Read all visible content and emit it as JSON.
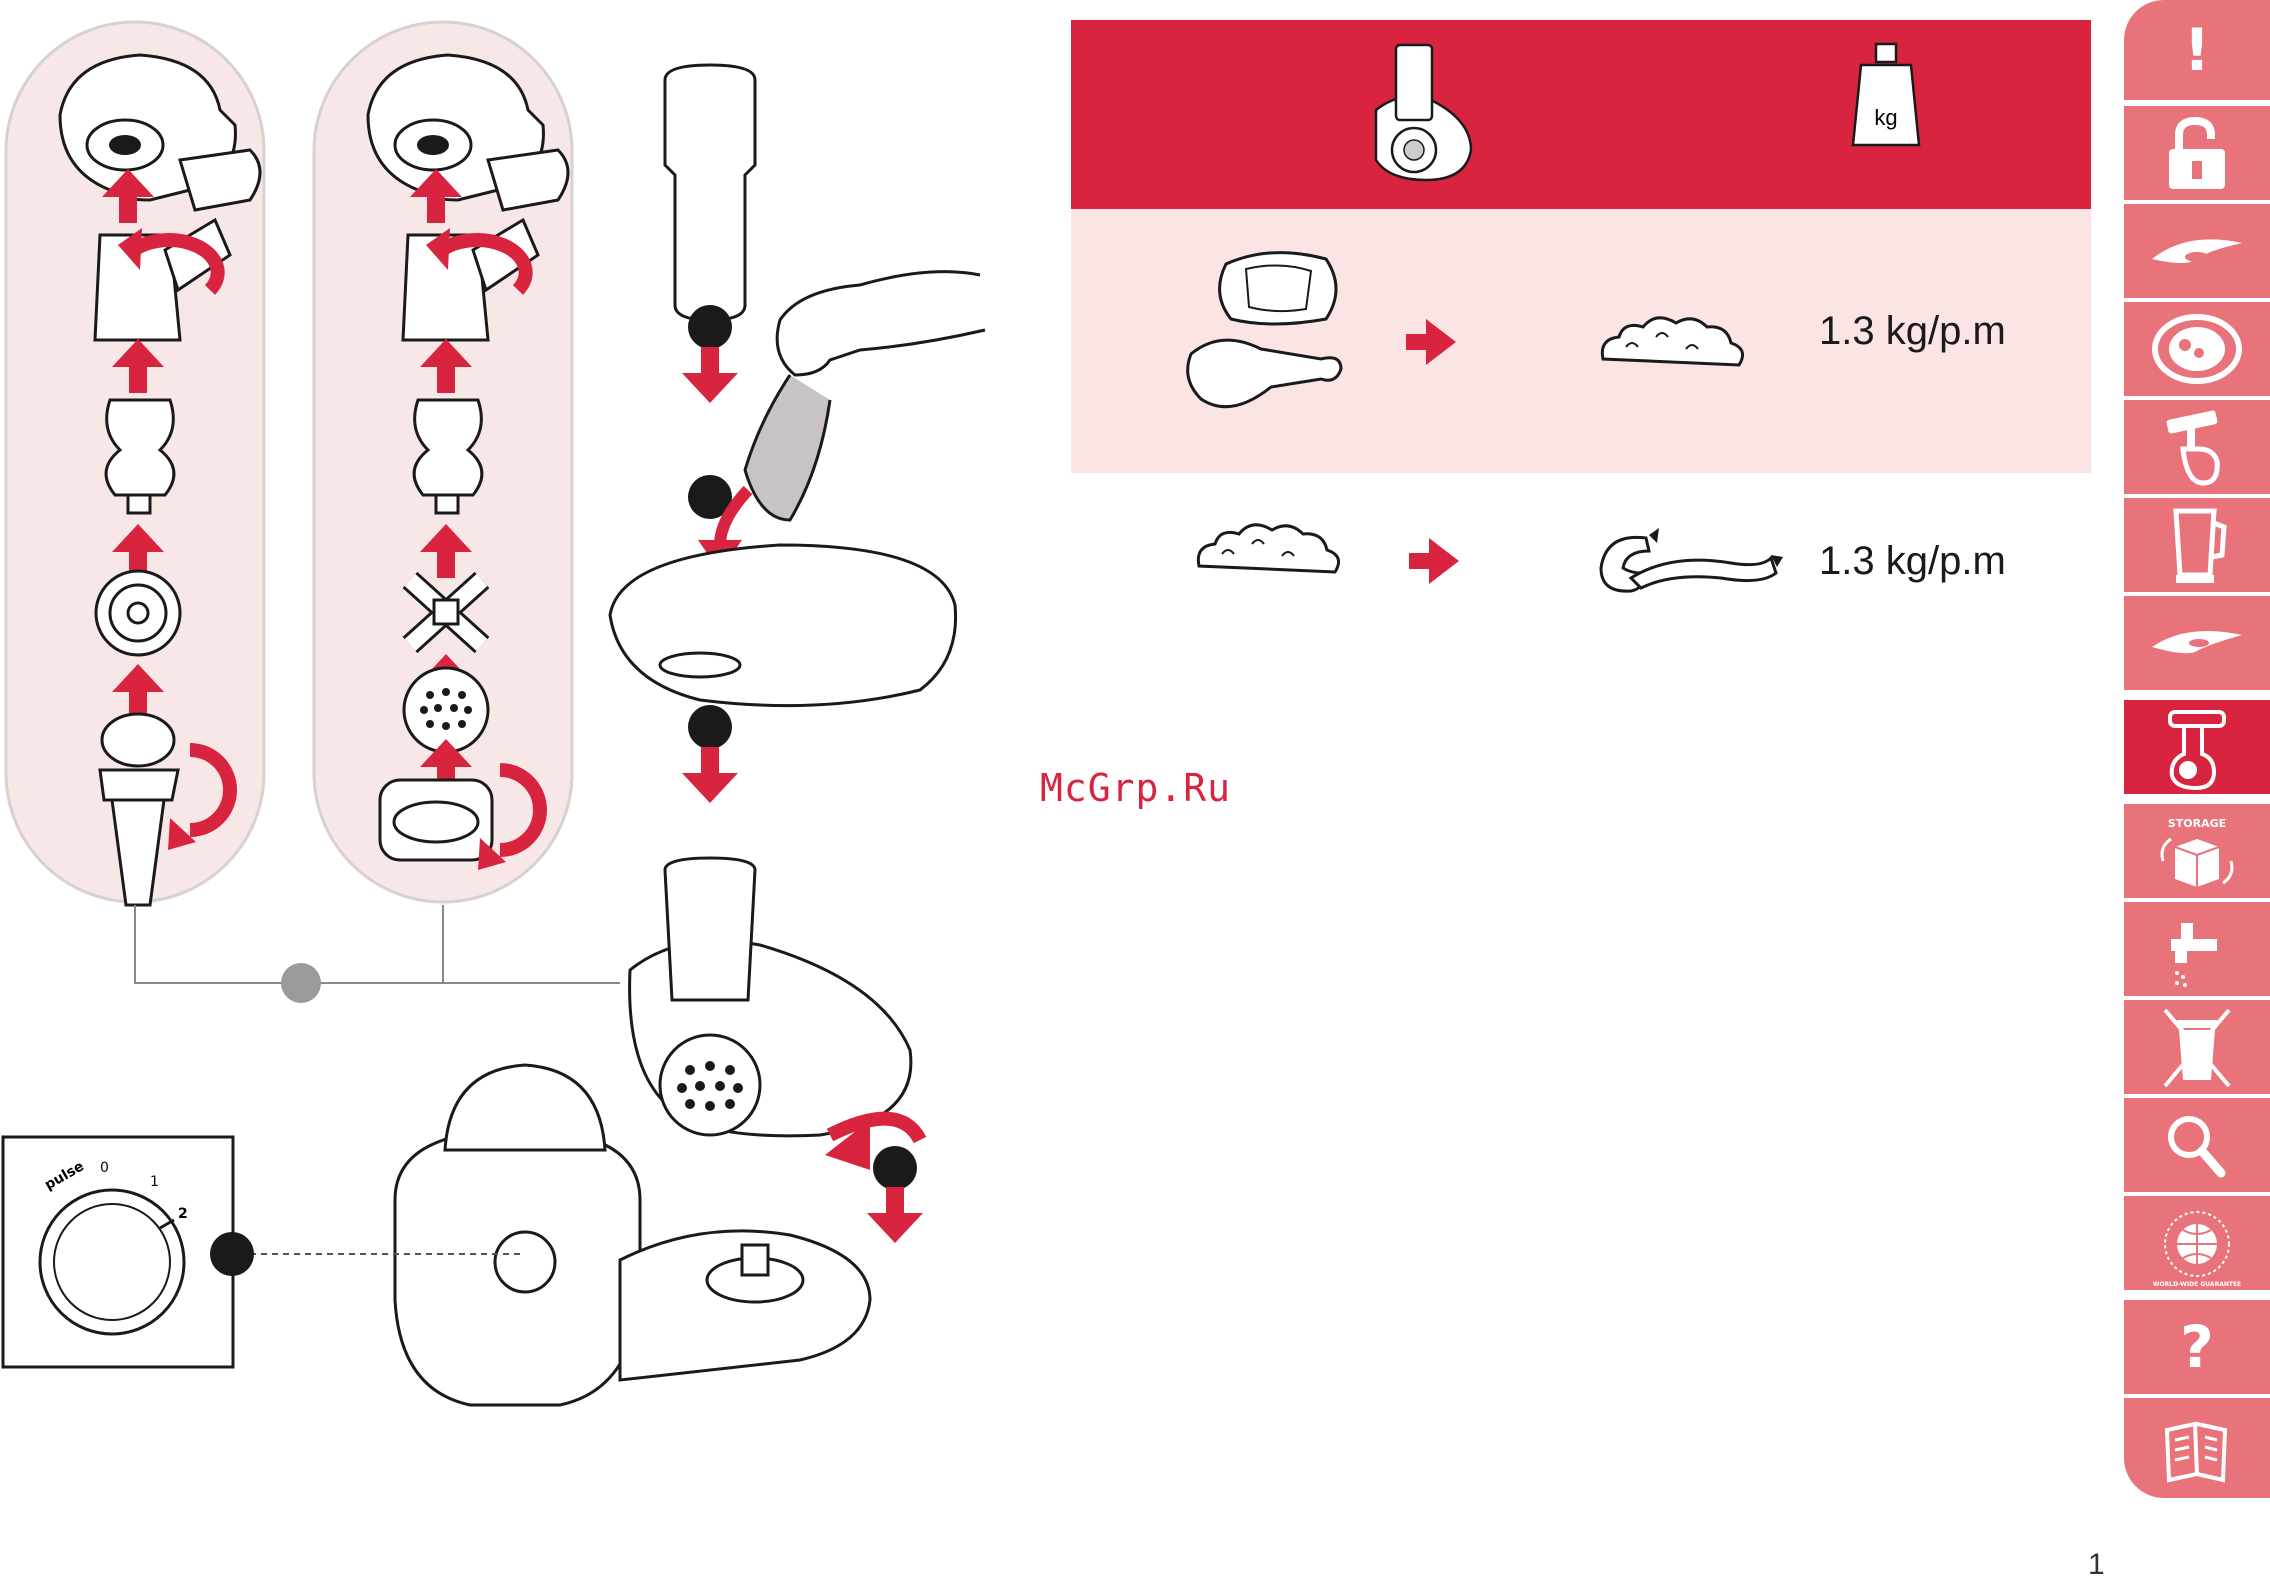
{
  "table": {
    "header_icons": [
      "meat-grinder-icon",
      "weight-kg-icon"
    ],
    "weight_label": "kg",
    "rows": [
      {
        "input_icons": [
          "meat-icon",
          "chicken-leg-icon"
        ],
        "output_icon": "minced-meat-icon",
        "rate": "1.3 kg/p.m"
      },
      {
        "input_icons": [
          "minced-meat-icon"
        ],
        "output_icon": "sausage-icon",
        "rate": "1.3 kg/p.m"
      }
    ]
  },
  "dial": {
    "labels": [
      "pulse",
      "0",
      "1",
      "2"
    ]
  },
  "watermark": "McGrp.Ru",
  "sidebar": {
    "tabs": [
      {
        "icon": "warning-icon",
        "text": "!"
      },
      {
        "icon": "unlock-icon",
        "text": ""
      },
      {
        "icon": "blade-icon",
        "text": ""
      },
      {
        "icon": "disc-icon",
        "text": ""
      },
      {
        "icon": "whisk-icon",
        "text": ""
      },
      {
        "icon": "blender-jug-icon",
        "text": ""
      },
      {
        "icon": "knife-blade-icon",
        "text": ""
      },
      {
        "icon": "meat-grinder-icon",
        "text": "",
        "active": true
      },
      {
        "icon": "storage-box-icon",
        "text": "STORAGE"
      },
      {
        "icon": "tap-cleaning-icon",
        "text": ""
      },
      {
        "icon": "no-bin-icon",
        "text": ""
      },
      {
        "icon": "magnifier-icon",
        "text": ""
      },
      {
        "icon": "globe-guarantee-icon",
        "text": "WORLD-WIDE GUARANTEE"
      },
      {
        "icon": "question-icon",
        "text": "?"
      },
      {
        "icon": "manual-book-icon",
        "text": ""
      }
    ]
  },
  "page_number": "1",
  "colors": {
    "accent": "#d8243f",
    "tab": "#e9737b",
    "light_pink": "#fbe4e4",
    "panel": "#f8e7e7"
  }
}
